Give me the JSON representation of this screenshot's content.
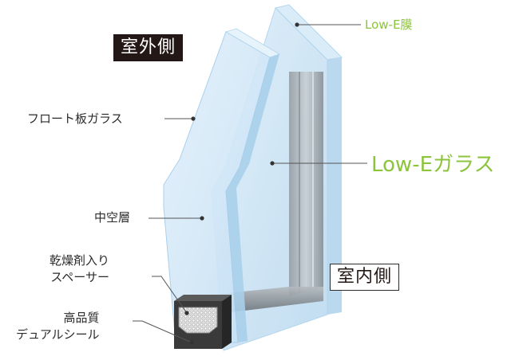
{
  "labels": {
    "outdoor": "室外側",
    "indoor": "室内側",
    "lowe_film": "Low-E膜",
    "lowe_glass": "Low-Eガラス",
    "float_glass": "フロート板ガラス",
    "air_layer": "中空層",
    "spacer_line1": "乾燥剤入り",
    "spacer_line2": "スペーサー",
    "seal_line1": "高品質",
    "seal_line2": "デュアルシール"
  },
  "colors": {
    "glass_front": "#cfe6f7",
    "glass_edge": "#9fcbea",
    "accent_green": "#8cc43c",
    "label_dark": "#231815",
    "seal_dark": "#3a3a3a"
  }
}
